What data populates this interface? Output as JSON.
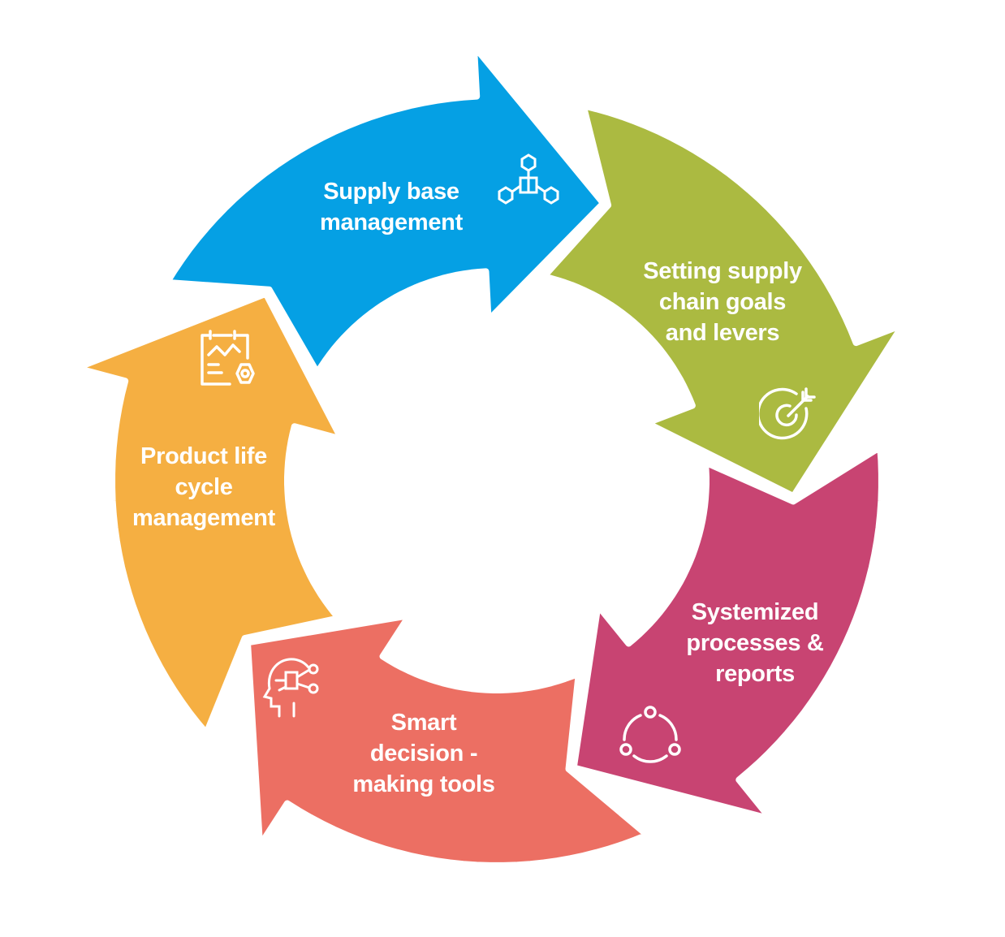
{
  "steps": [
    {
      "label": "Supply base\nmanagement",
      "color": "#05A0E4",
      "icon": "hexagon-network-icon"
    },
    {
      "label": "Setting supply\nchain goals\nand levers",
      "color": "#ABBA41",
      "icon": "target-arrow-icon"
    },
    {
      "label": "Systemized\nprocesses &\nreports",
      "color": "#C84472",
      "icon": "cycle-nodes-icon"
    },
    {
      "label": "Smart\ndecision -\nmaking tools",
      "color": "#EC6F63",
      "icon": "ai-head-icon"
    },
    {
      "label": "Product life\ncycle\nmanagement",
      "color": "#F5AF42",
      "icon": "clipboard-gear-icon"
    }
  ]
}
